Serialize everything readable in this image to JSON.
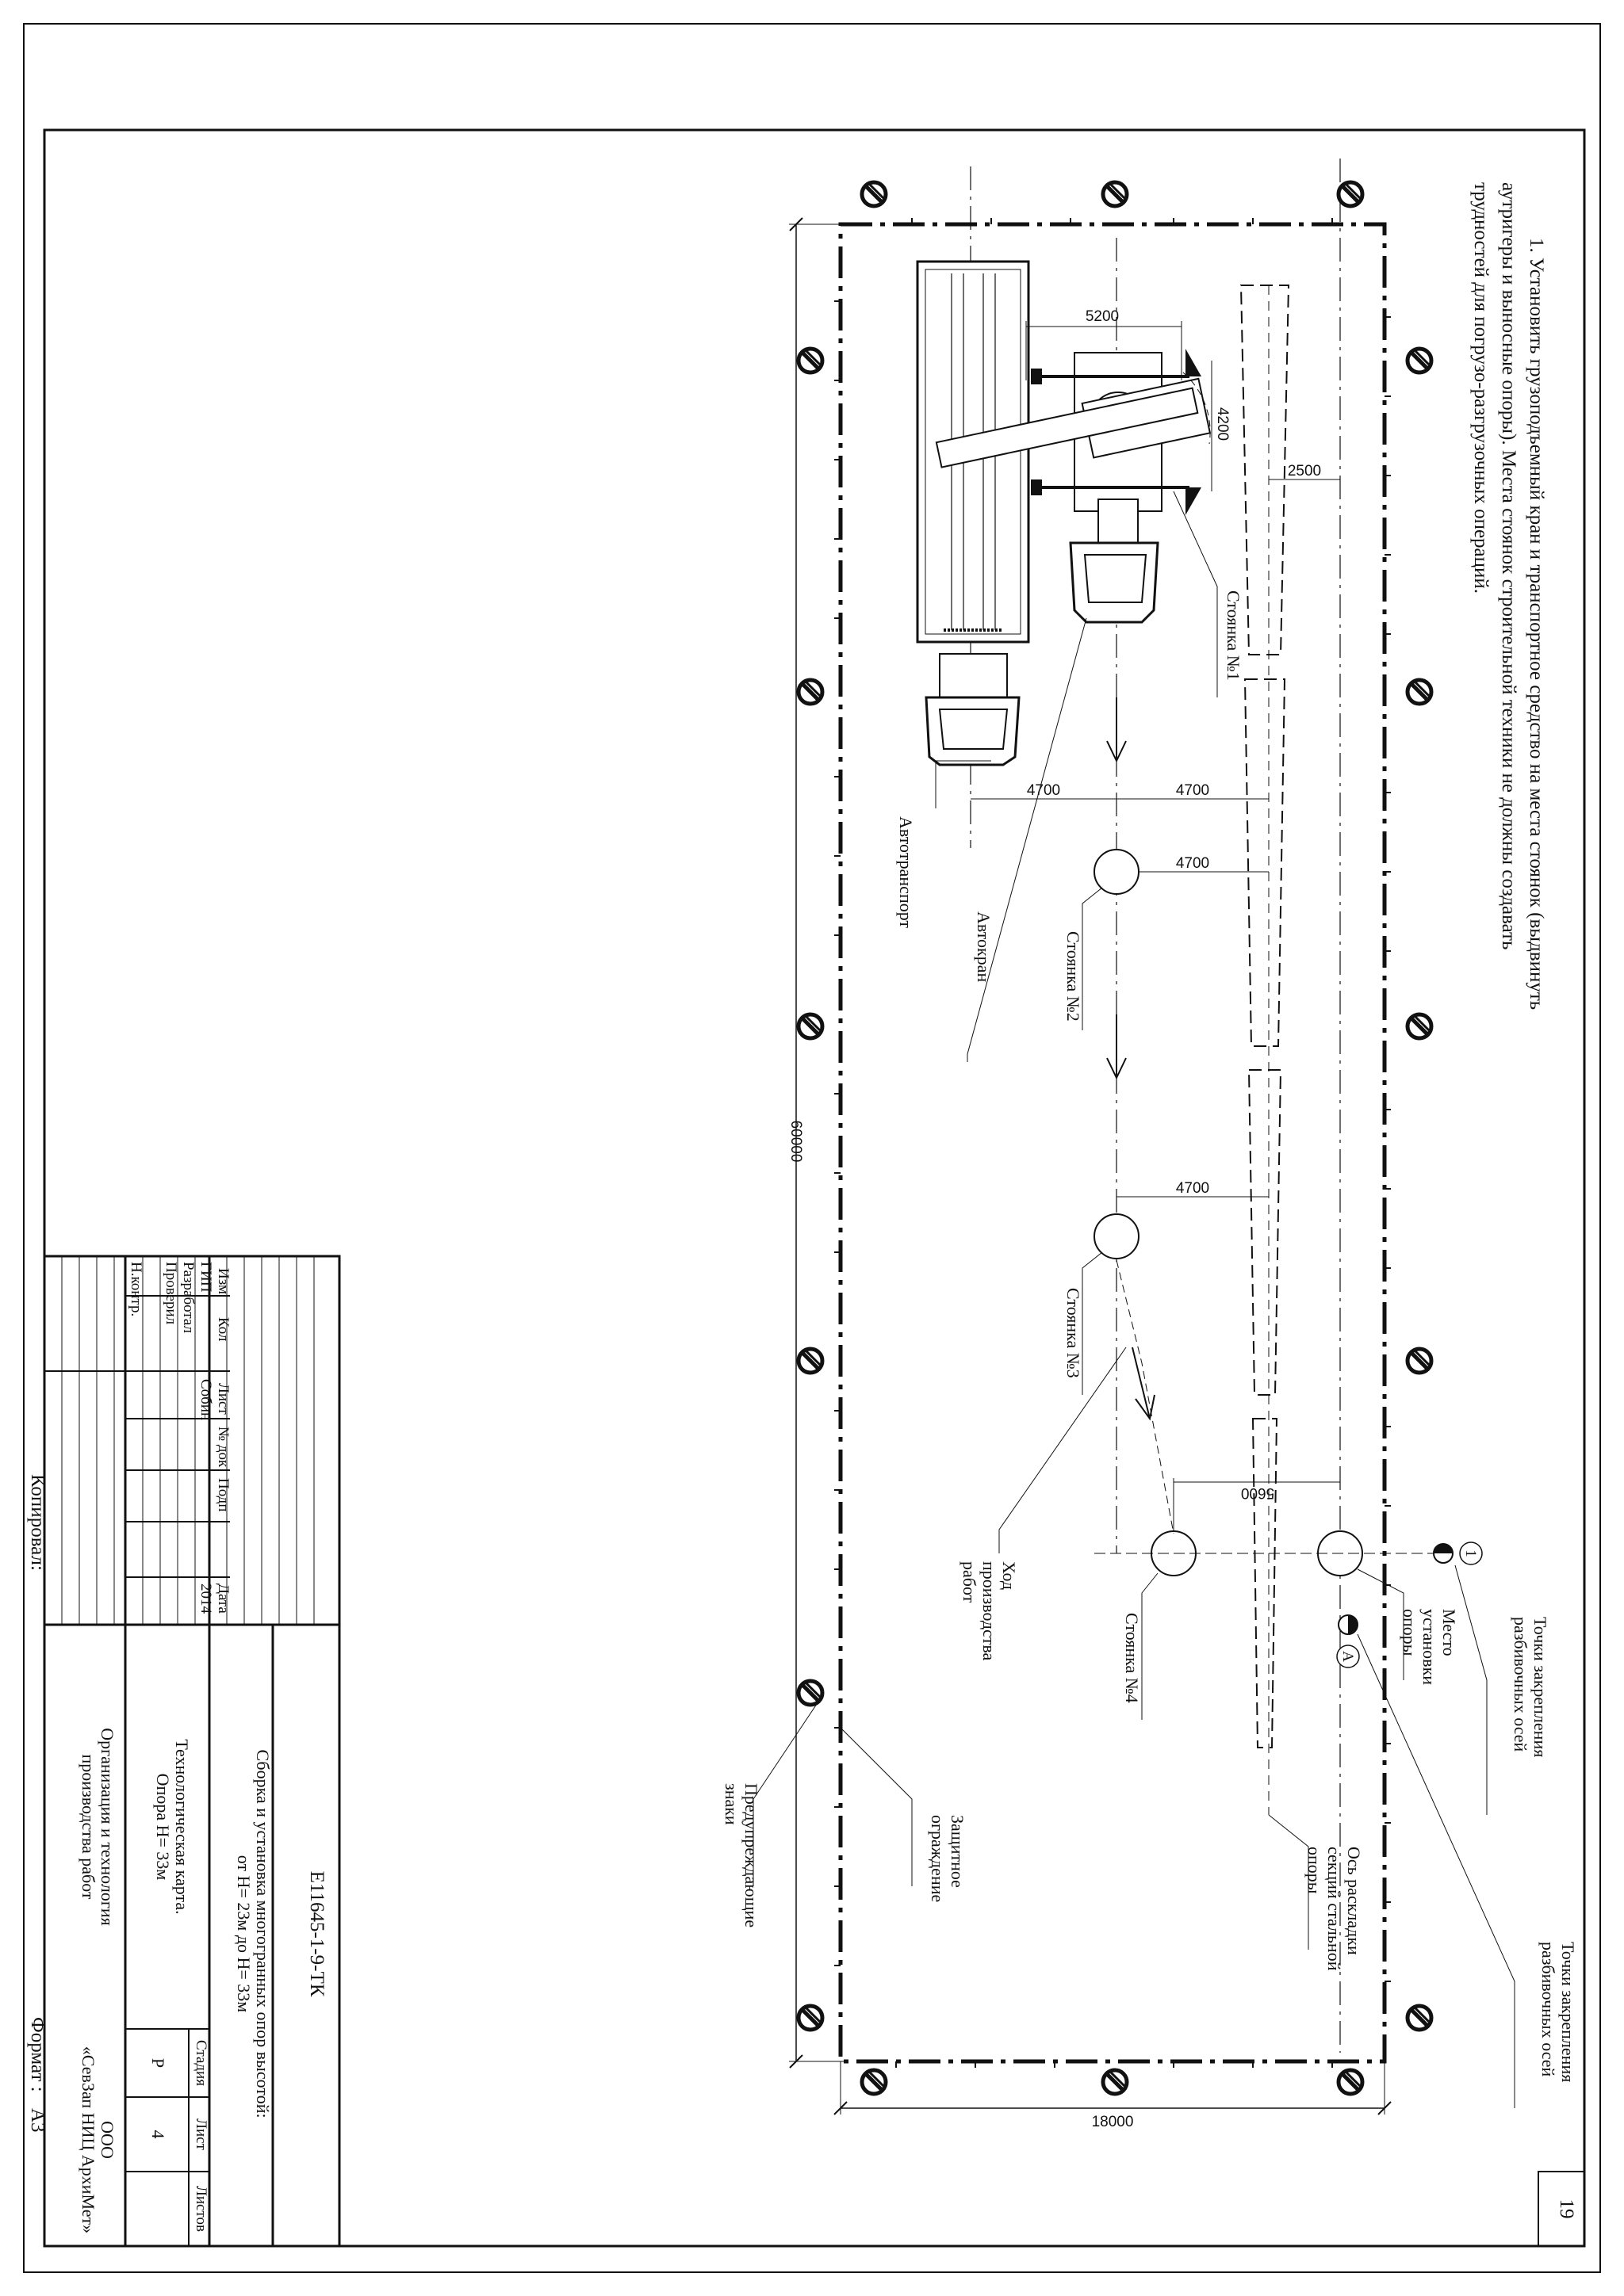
{
  "sheet": {
    "number": "19",
    "copied_label": "Копировал:",
    "format_label": "Формат :",
    "format_value": "А3"
  },
  "note": {
    "line1": "1. Установить грузоподъемный кран и транспортное средство на места стоянок (выдвинуть",
    "line2": "аутригеры и выносные опоры). Места стоянок строительной техники не должны создавать",
    "line3": "трудностей для погрузо-разгрузочных операций."
  },
  "dimensions": {
    "d5200": "5200",
    "d4200": "4200",
    "d2500": "2500",
    "d4700_a": "4700",
    "d4700_b": "4700",
    "d4700_c": "4700",
    "d4700_d": "4700",
    "d5600": "5600",
    "d60000": "60000",
    "d18000": "18000"
  },
  "labels": {
    "parking1": "Стоянка №1",
    "parking2": "Стоянка №2",
    "parking3": "Стоянка №3",
    "parking4": "Стоянка №4",
    "autotransport": "Автотранспорт",
    "autocrane": "Автокран",
    "work_progress": [
      "Ход",
      "производства",
      "работ"
    ],
    "warning_signs": [
      "Предупреждающие",
      "знаки"
    ],
    "fence": [
      "Защитное",
      "ограждение"
    ],
    "layout_axis": [
      "Ось раскладки",
      "секций стальной",
      "опоры"
    ],
    "support_place": [
      "Место",
      "установки",
      "опоры"
    ],
    "fix_points_a": [
      "Точки закрепления",
      "разбивочных осей"
    ],
    "fix_points_b": [
      "Точки закрепления",
      "разбивочных осей"
    ],
    "axis1": "1",
    "axisA": "А"
  },
  "title_block": {
    "code": "E11645-1-9-ТК",
    "project_title": [
      "Сборка и установка многогранных опор высотой:",
      "от Н= 23м до Н= 33м"
    ],
    "doc_title": [
      "Технологическая карта.",
      "Опора Н= 33м"
    ],
    "section_title": [
      "Организация и технология",
      "производства работ"
    ],
    "org": [
      "ООО",
      "«СевЗап НИЦ АрхиМет»"
    ],
    "col_headers": [
      "Изм",
      "Кол",
      "Лист",
      "№ док",
      "Подп",
      "Дата"
    ],
    "roles": [
      "ГИП",
      "Разработал",
      "Проверил",
      "",
      "Н.контр."
    ],
    "gip_name": "Собин",
    "year": "2014",
    "stage_headers": [
      "Стадия",
      "Лист",
      "Листов"
    ],
    "stage": "Р",
    "sheet_no": "4",
    "sheets_total": ""
  }
}
